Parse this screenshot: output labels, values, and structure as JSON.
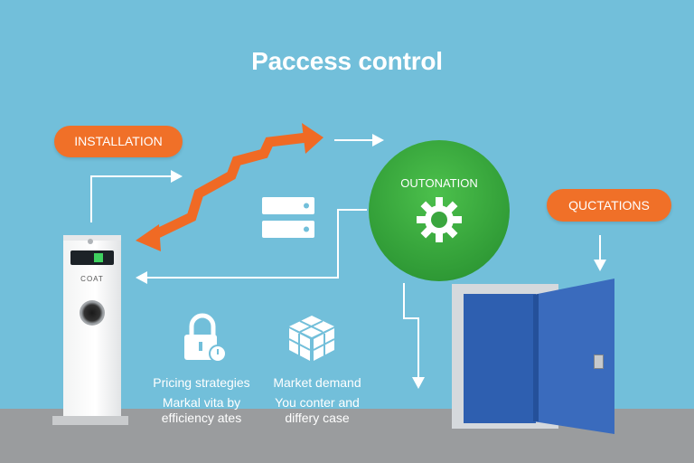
{
  "title": "Paccess control",
  "labels": {
    "installation": "INSTALLATION",
    "quotations": "QUCTATIONS",
    "automation": "OUTONATION",
    "charger_text": "COAT"
  },
  "features": [
    {
      "title": "Pricing strategies",
      "desc_line1": "Markal vita by",
      "desc_line2": "efficiency ates",
      "icon": "lock-icon"
    },
    {
      "title": "Market demand",
      "desc_line1": "You conter and",
      "desc_line2": "differy case",
      "icon": "cube-icon"
    }
  ],
  "colors": {
    "background": "#72bfda",
    "accent_orange": "#f07028",
    "automation_green": "#35a23a",
    "door_blue": "#2e5fb0",
    "floor": "#9a9c9e"
  }
}
